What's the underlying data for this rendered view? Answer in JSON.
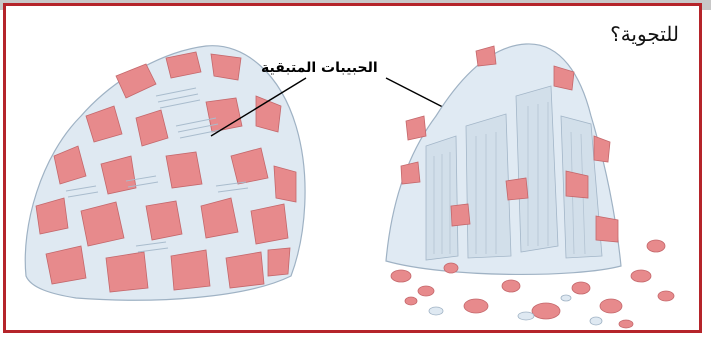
{
  "figure": {
    "heading_text": "للتجوية؟",
    "callout_label": "الحبيبات المتبقية",
    "frame_color": "#b5242a",
    "mineral_colors": {
      "light_grain": "#dde8f1",
      "light_grain_shadow": "#b9c8d7",
      "pink_grain": "#e78a8c",
      "pink_grain_shadow": "#c9676b"
    },
    "rocks": [
      {
        "name": "unweathered-granite"
      },
      {
        "name": "weathered-granite-residual-grains"
      }
    ]
  }
}
